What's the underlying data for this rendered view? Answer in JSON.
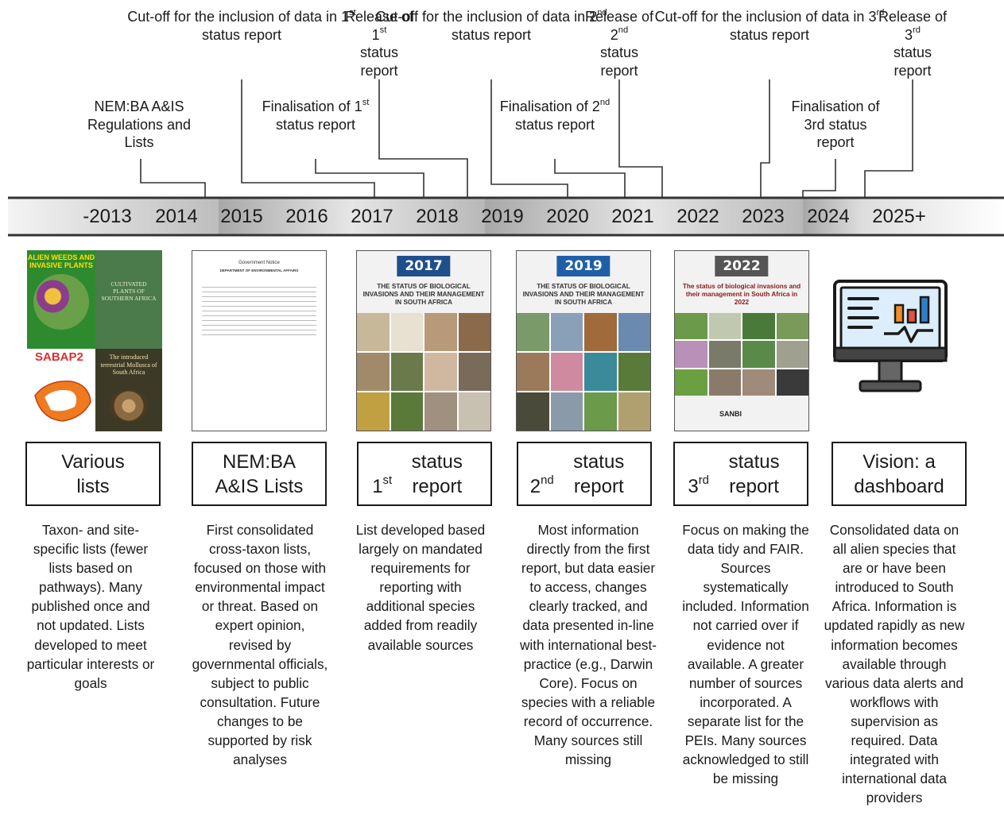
{
  "events_top": [
    {
      "id": "cutoff1",
      "pre": "Cut-off for the inclusion of data in 1",
      "sup": "st",
      "post": "status report"
    },
    {
      "id": "release1",
      "pre": "Release of 1",
      "sup": "st",
      "post": "status report"
    },
    {
      "id": "cutoff2",
      "pre": "Cut-off for the inclusion of data in 2",
      "sup": "nd",
      "post": "status report"
    },
    {
      "id": "release2",
      "pre": "Release of 2",
      "sup": "nd",
      "post": "status report"
    },
    {
      "id": "cutoff3",
      "pre": "Cut-off for the inclusion of data in 3",
      "sup": "rd",
      "post": "status report"
    },
    {
      "id": "release3",
      "pre": "Release of 3",
      "sup": "rd",
      "post": "status report"
    }
  ],
  "events_mid": [
    {
      "id": "nemba",
      "text": "NEM:BA A&IS Regulations and Lists"
    },
    {
      "id": "final1",
      "pre": "Finalisation of 1",
      "sup": "st",
      "post": "status report"
    },
    {
      "id": "final2",
      "pre": "Finalisation of 2",
      "sup": "nd",
      "post": "status report"
    },
    {
      "id": "final3",
      "text": "Finalisation of 3rd status report"
    }
  ],
  "years": [
    "-2013",
    "2014",
    "2015",
    "2016",
    "2017",
    "2018",
    "2019",
    "2020",
    "2021",
    "2022",
    "2023",
    "2024",
    "2025+"
  ],
  "colors": {
    "band_light": "#f0f0f0",
    "band_dark": "#9a9a9a",
    "line": "#333333",
    "cover2017": "#1f4e8c",
    "cover2019": "#1f5fa8",
    "cover2022": "#555555",
    "dashboard_blue": "#2f80c8",
    "dashboard_orange": "#f28c28",
    "dashboard_red": "#e8503a"
  },
  "thumbnails": {
    "lists": {
      "book1_title": "ALIEN WEEDS AND INVASIVE PLANTS",
      "book2_title": "CULTIVATED PLANTS OF SOUTHERN AFRICA",
      "book3_title": "The introduced terrestrial Mollusca of South Africa",
      "sabap": "SABAP2"
    },
    "gazette": {
      "header": "Government Notice",
      "dept": "DEPARTMENT OF ENVIRONMENTAL AFFAIRS"
    },
    "cover2017": {
      "year": "2017",
      "title": "THE STATUS OF BIOLOGICAL INVASIONS AND THEIR MANAGEMENT IN SOUTH AFRICA"
    },
    "cover2019": {
      "year": "2019",
      "title": "THE STATUS OF BIOLOGICAL INVASIONS AND THEIR MANAGEMENT IN SOUTH AFRICA"
    },
    "cover2022": {
      "year": "2022",
      "title": "The status of biological invasions and their management in South Africa in 2022",
      "logo": "SANBI"
    }
  },
  "columns": [
    {
      "id": "various",
      "box_text": "Various lists",
      "desc": "Taxon- and site-specific lists (fewer lists based on pathways). Many published once and not updated. Lists developed to meet particular interests or goals"
    },
    {
      "id": "nemba",
      "box_text": "NEM:BA A&IS Lists",
      "desc": "First consolidated cross-taxon lists, focused on those with environmental impact or threat. Based on expert opinion, revised by governmental officials, subject to public consultation. Future changes to be supported by risk analyses"
    },
    {
      "id": "first",
      "box_pre": "1",
      "box_sup": "st",
      "box_post": "status report",
      "desc": "List developed based largely on mandated requirements for reporting with additional species added from readily available sources"
    },
    {
      "id": "second",
      "box_pre": "2",
      "box_sup": "nd",
      "box_post": "status report",
      "desc": "Most information directly from the first report, but data easier to access, changes clearly tracked, and data presented in-line with international best-practice (e.g., Darwin Core). Focus on species with a reliable record of occurrence. Many sources still missing"
    },
    {
      "id": "third",
      "box_pre": "3",
      "box_sup": "rd",
      "box_post": "status report",
      "desc": "Focus on making the data tidy and FAIR. Sources systematically included. Information not carried over if evidence not available. A greater number of sources incorporated. A separate list for the PEIs. Many sources acknowledged to still be missing"
    },
    {
      "id": "vision",
      "box_text": "Vision: a dashboard",
      "desc": "Consolidated data on all alien species that are or have been introduced to South Africa. Information is updated rapidly as new information becomes available through various data alerts and workflows with supervision as required. Data integrated with international data providers"
    }
  ]
}
